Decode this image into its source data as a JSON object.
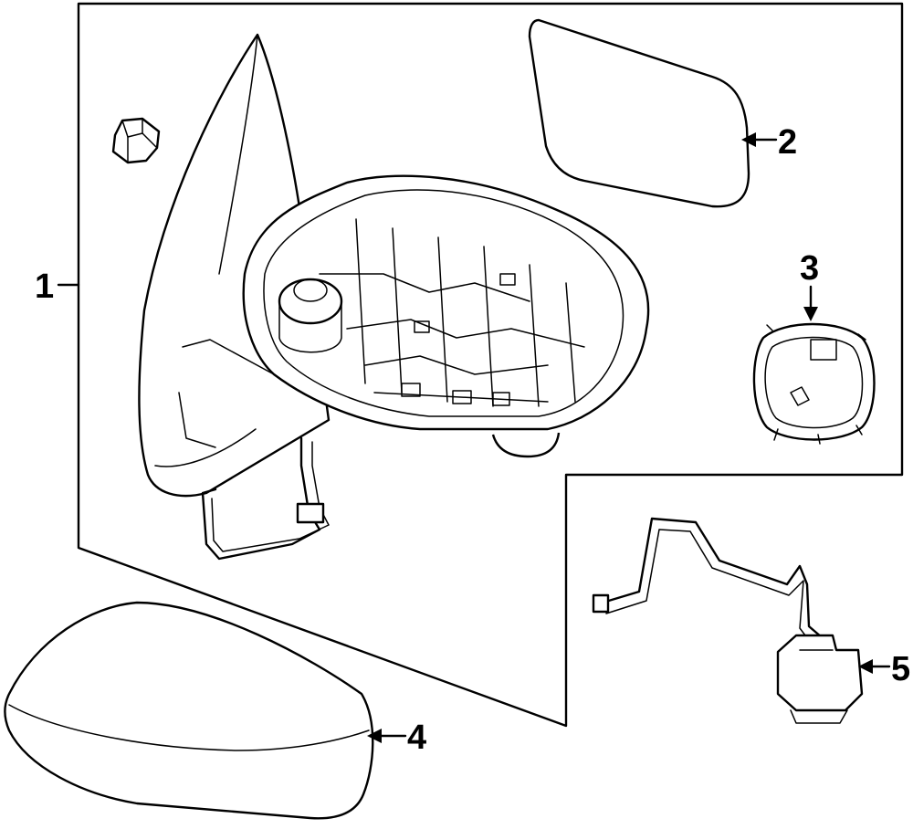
{
  "callouts": [
    {
      "id": "part-1",
      "number": "1"
    },
    {
      "id": "part-2",
      "number": "2"
    },
    {
      "id": "part-3",
      "number": "3"
    },
    {
      "id": "part-4",
      "number": "4"
    },
    {
      "id": "part-5",
      "number": "5"
    }
  ]
}
